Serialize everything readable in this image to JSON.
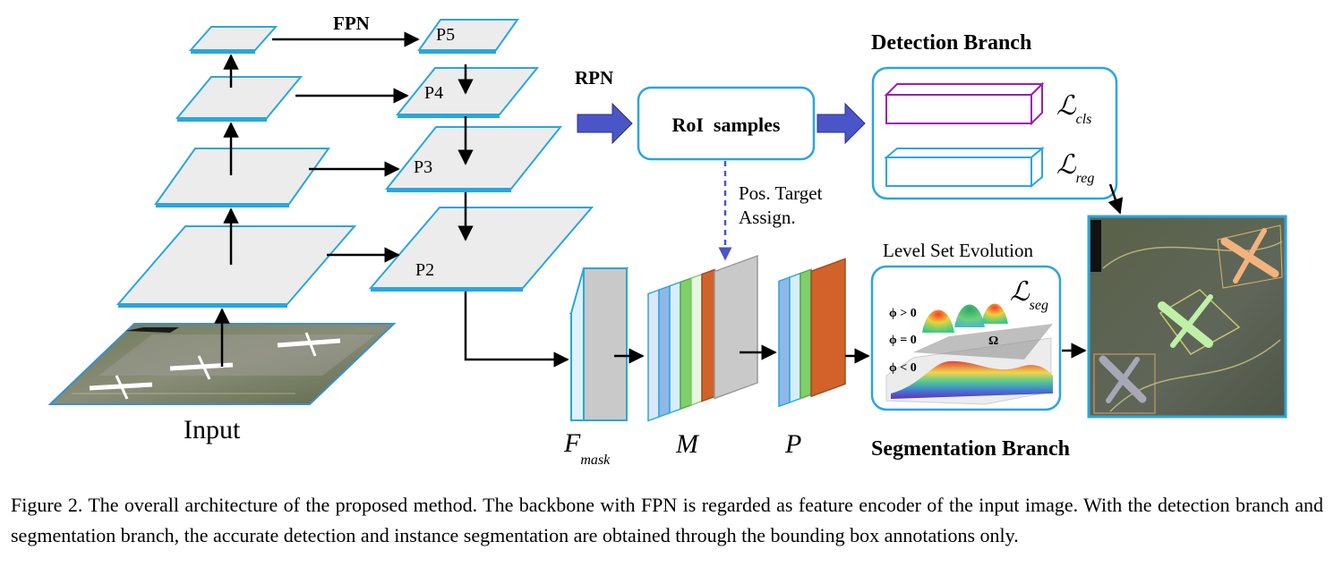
{
  "labels": {
    "fpn": "FPN",
    "p5": "P5",
    "p4": "P4",
    "p3": "P3",
    "p2": "P2",
    "input": "Input",
    "rpn": "RPN",
    "roi": "RoI  samples",
    "pos_target_1": "Pos. Target",
    "pos_target_2": "Assign.",
    "detection_branch": "Detection Branch",
    "segmentation_branch": "Segmentation Branch",
    "level_set": "Level Set Evolution",
    "l_cls_main": "ℒ",
    "l_cls_sub": "cls",
    "l_reg_main": "ℒ",
    "l_reg_sub": "reg",
    "l_seg_main": "ℒ",
    "l_seg_sub": "seg",
    "phi_pos": "ϕ > 0",
    "phi_zero": "ϕ = 0",
    "phi_neg": "ϕ < 0",
    "omega": "Ω",
    "f_main": "F",
    "f_sub": "mask",
    "m_label": "M",
    "p_label": "P"
  },
  "caption": "Figure 2.  The overall architecture of the proposed method.  The backbone with FPN is regarded as feature encoder of the input image. With the detection branch and segmentation branch, the accurate detection and instance segmentation are obtained through the bounding box annotations only.",
  "colors": {
    "accent_blue": "#2aa6df",
    "arrow_blue": "#4a55c8",
    "cls_purple": "#9a1fb0",
    "orange": "#d2622a",
    "green": "#7fcf6a"
  }
}
